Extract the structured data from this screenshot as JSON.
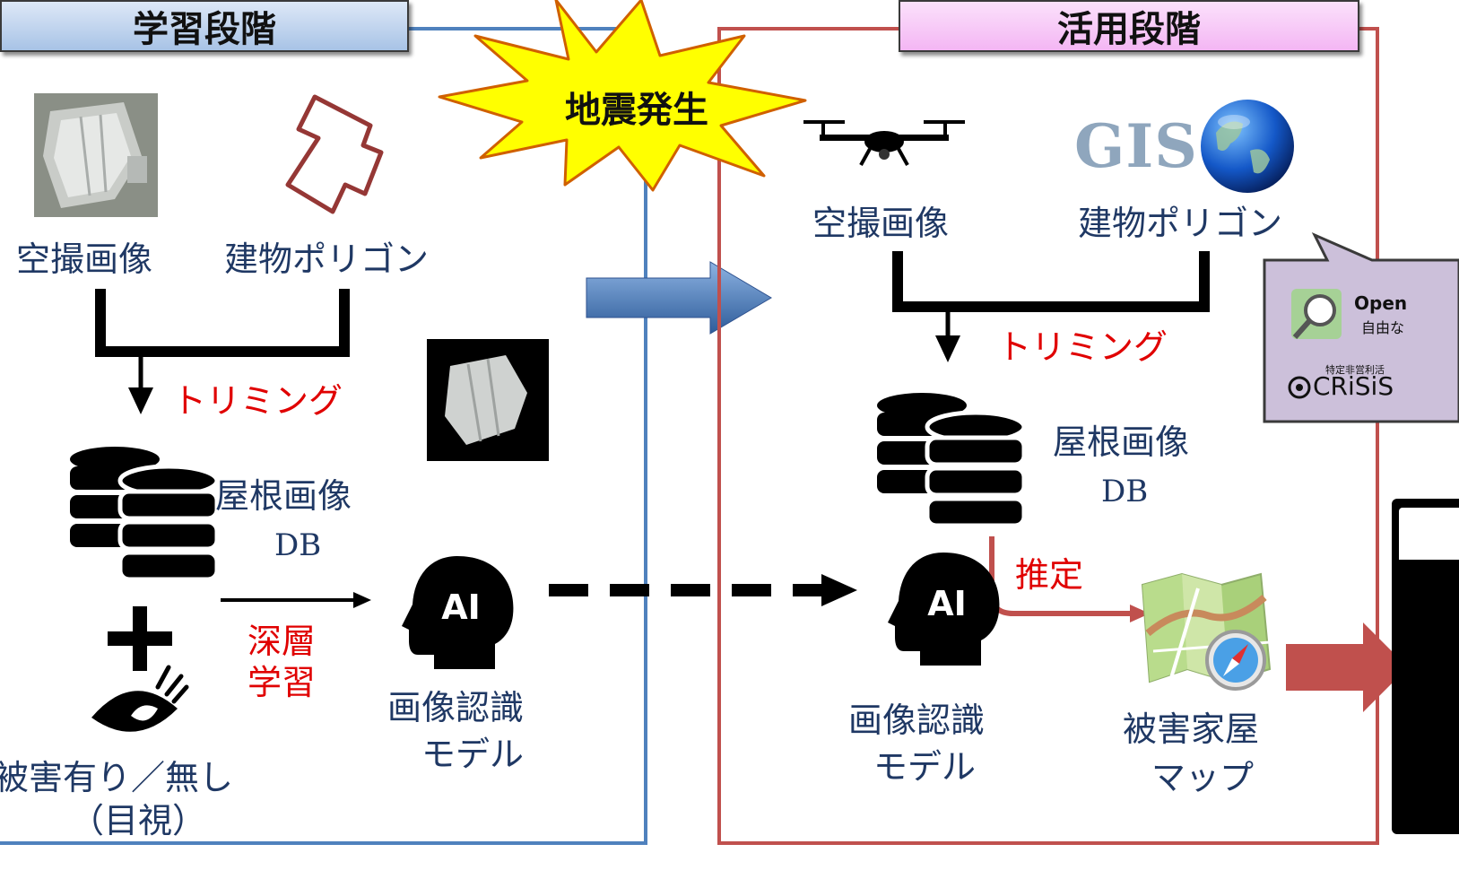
{
  "learning": {
    "header": "学習段階",
    "aerial_image": "空撮画像",
    "building_polygon": "建物ポリゴン",
    "trimming": "トリミング",
    "roof_image": "屋根画像",
    "db": "DB",
    "deep_learning_1": "深層",
    "deep_learning_2": "学習",
    "model_1": "画像認識",
    "model_2": "モデル",
    "damage_1": "被害有り／無し",
    "damage_2": "（目視）"
  },
  "event": {
    "earthquake": "地震発生"
  },
  "application": {
    "header": "活用段階",
    "aerial_image": "空撮画像",
    "gis": "GIS",
    "building_polygon": "建物ポリゴン",
    "trimming": "トリミング",
    "roof_image": "屋根画像",
    "db": "DB",
    "estimate": "推定",
    "model_1": "画像認識",
    "model_2": "モデル",
    "map_1": "被害家屋",
    "map_2": "マップ"
  },
  "callout": {
    "osm_name": "Open",
    "osm_desc": "自由な",
    "crisis_note": "特定非営利活",
    "crisis_name": "CRiSiS"
  },
  "colors": {
    "learning_frame": "#4f81bd",
    "application_frame": "#c0504d",
    "label": "#1f3864",
    "accent_red": "#e00000",
    "burst_fill": "#ffff00"
  }
}
